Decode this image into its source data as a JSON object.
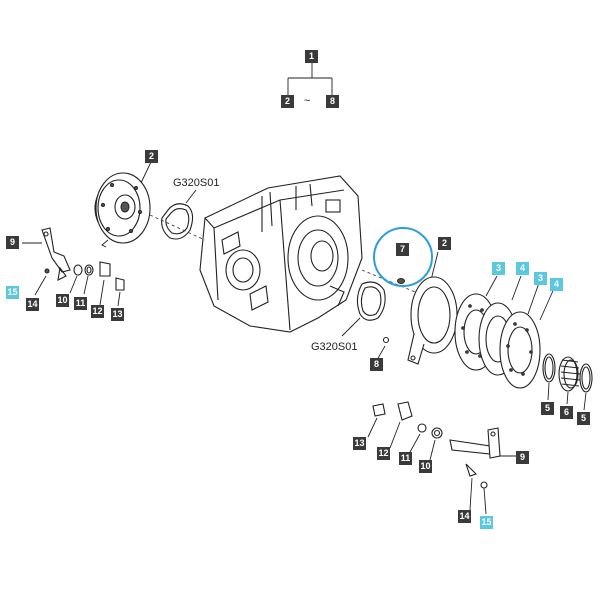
{
  "tree": {
    "root": "1",
    "range_start": "2",
    "range_sep": "~",
    "range_end": "8"
  },
  "refs": {
    "top": "G320S01",
    "bottom": "G320S01"
  },
  "callouts": {
    "c2_cover": "2",
    "c2_plate": "2",
    "c3_a": "3",
    "c3_b": "3",
    "c4_a": "4",
    "c4_b": "4",
    "c5_a": "5",
    "c5_b": "5",
    "c6": "6",
    "c7": "7",
    "c8": "8",
    "c9_left": "9",
    "c9_right": "9",
    "c10_left": "10",
    "c10_right": "10",
    "c11_left": "11",
    "c11_right": "11",
    "c12_left": "12",
    "c12_right": "12",
    "c13_left": "13",
    "c13_right": "13",
    "c14_left": "14",
    "c14_right": "14",
    "c15_left": "15",
    "c15_right": "15"
  },
  "colors": {
    "callout_bg": "#3a3a3a",
    "highlight_bg": "#5bc8e0",
    "circle_highlight": "#2b9fd9"
  }
}
